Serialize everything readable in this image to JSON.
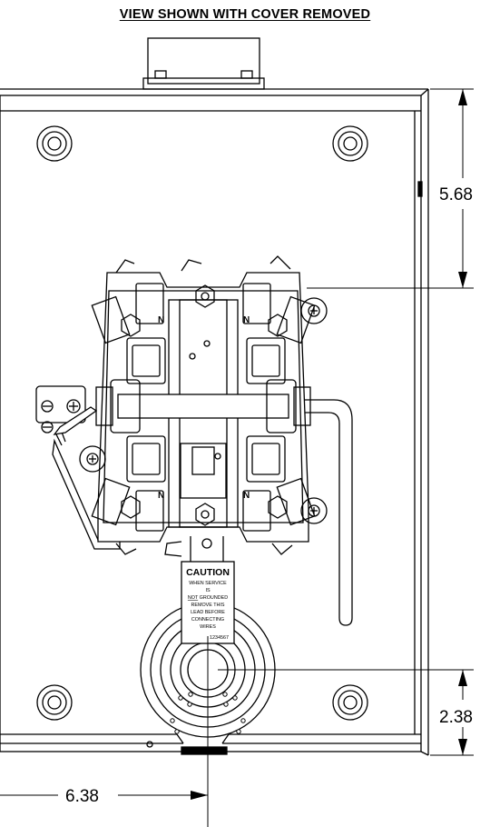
{
  "title": "VIEW SHOWN WITH COVER REMOVED",
  "dimensions": {
    "top": "5.68",
    "bottom": "2.38",
    "horizontal": "6.38"
  },
  "caution_label": {
    "heading": "CAUTION",
    "lines": [
      "WHEN SERVICE",
      "IS",
      "NOT GROUNDED",
      "REMOVE THIS",
      "LEAD BEFORE",
      "CONNECTING",
      "WIRES"
    ],
    "part_no": "1234567"
  },
  "terminal_letters": [
    "N",
    "N",
    "N",
    "N"
  ]
}
